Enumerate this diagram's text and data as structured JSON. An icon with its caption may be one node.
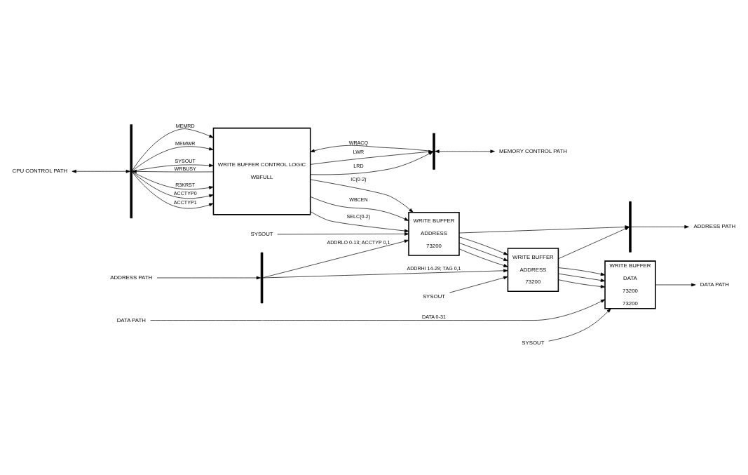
{
  "diagram": {
    "nodes": [
      {
        "text": [
          "CPU CONTROL PATH"
        ]
      },
      {
        "text": [],
        "shape": "bar"
      },
      {
        "text": [
          "WRITE BUFFER CONTROL LOGIC",
          "WBFULL"
        ]
      },
      {
        "text": [
          "WRITE BUFFER",
          "ADDRESS",
          "73200"
        ]
      },
      {
        "text": [
          "WRITE BUFFER",
          "ADDRESS",
          "73200"
        ]
      },
      {
        "text": [
          "WRITE BUFFER",
          "DATA",
          "73200",
          "73200"
        ]
      },
      {
        "text": [
          "ADDRESS PATH"
        ]
      },
      {
        "text": [],
        "shape": "bar"
      },
      {
        "text": [
          "DATA PATH"
        ]
      },
      {
        "text": [
          "SYSOUT"
        ]
      },
      {
        "text": [
          "SYSOUT"
        ]
      },
      {
        "text": [
          "SYSOUT"
        ]
      },
      {
        "text": [],
        "shape": "bar"
      },
      {
        "text": [
          "ADDRESS PATH"
        ]
      },
      {
        "text": [
          "DATA PATH"
        ]
      },
      {
        "text": [],
        "shape": "bar"
      },
      {
        "text": [
          "MEMORY CONTROL PATH"
        ]
      }
    ],
    "edges": [
      {
        "from": 0,
        "to": 1,
        "arrow": "both"
      },
      {
        "from": 1,
        "to": 2,
        "arrow": "to",
        "label": "R3KRST"
      },
      {
        "from": 1,
        "to": 2,
        "arrow": "to",
        "label": "ACCTYP0"
      },
      {
        "from": 1,
        "to": 2,
        "arrow": "to",
        "label": "ACCTYP1"
      },
      {
        "from": 1,
        "to": 2,
        "arrow": "to",
        "label": "MEMRD"
      },
      {
        "from": 1,
        "to": 2,
        "arrow": "to",
        "label": "MEMWR"
      },
      {
        "from": 1,
        "to": 2,
        "arrow": "to",
        "label": "SYSOUT"
      },
      {
        "from": 2,
        "to": 1,
        "arrow": "to",
        "label": "WRBUSY"
      },
      {
        "from": 2,
        "to": 15,
        "arrow": "to",
        "label": "LWR"
      },
      {
        "from": 2,
        "to": 15,
        "arrow": "to",
        "label": "LRD"
      },
      {
        "from": 15,
        "to": 2,
        "arrow": "to",
        "label": "WRACQ"
      },
      {
        "from": 15,
        "to": 16,
        "arrow": "both"
      },
      {
        "from": 2,
        "to": 3,
        "arrow": "to",
        "label": "IC(0-2)"
      },
      {
        "from": 2,
        "to": 3,
        "arrow": "to",
        "label": "WBCEN"
      },
      {
        "from": 2,
        "to": 3,
        "arrow": "to",
        "label": "SELC(0-2)"
      },
      {
        "from": 6,
        "to": 7,
        "arrow": "to"
      },
      {
        "from": 7,
        "to": 3,
        "arrow": "to",
        "label": "ADDRLO 0-13; ACCTYP 0,1"
      },
      {
        "from": 7,
        "to": 4,
        "arrow": "to",
        "label": "ADDRHI 14-29; TAG 0,1"
      },
      {
        "from": 8,
        "to": 5,
        "arrow": "to",
        "label": "DATA 0-31"
      },
      {
        "from": 9,
        "to": 3,
        "arrow": "to"
      },
      {
        "from": 10,
        "to": 4,
        "arrow": "to"
      },
      {
        "from": 11,
        "to": 5,
        "arrow": "to"
      },
      {
        "from": 3,
        "to": 4,
        "arrow": "to"
      },
      {
        "from": 3,
        "to": 4,
        "arrow": "to"
      },
      {
        "from": 3,
        "to": 4,
        "arrow": "to"
      },
      {
        "from": 4,
        "to": 5,
        "arrow": "to"
      },
      {
        "from": 4,
        "to": 5,
        "arrow": "to"
      },
      {
        "from": 4,
        "to": 5,
        "arrow": "to"
      },
      {
        "from": 3,
        "to": 12,
        "arrow": "to"
      },
      {
        "from": 4,
        "to": 12,
        "arrow": "to"
      },
      {
        "from": 12,
        "to": 13,
        "arrow": "to"
      },
      {
        "from": 5,
        "to": 14,
        "arrow": "to"
      }
    ]
  }
}
